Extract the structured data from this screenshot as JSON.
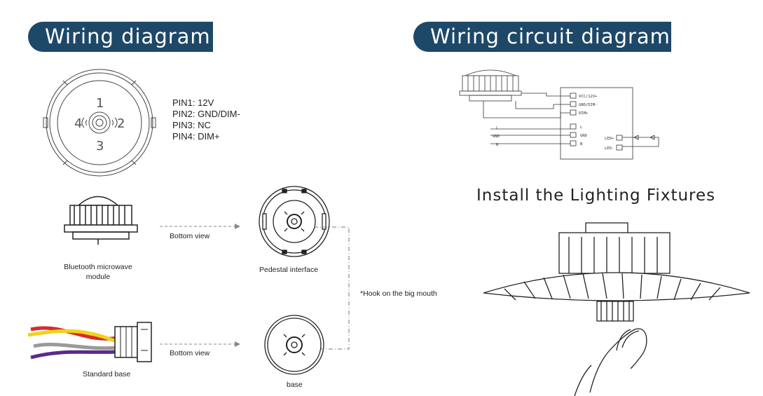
{
  "left_section": {
    "title": "Wiring diagram",
    "pin_list": [
      "PIN1: 12V",
      "PIN2: GND/DIM-",
      "PIN3: NC",
      "PIN4: DIM+"
    ],
    "connector_digits": [
      "1",
      "2",
      "3",
      "4"
    ],
    "labels": {
      "module": "Bluetooth microwave module",
      "bottom_view_1": "Bottom view",
      "pedestal": "Pedestal interface",
      "hook": "*Hook on the big mouth",
      "standard_base": "Standard base",
      "bottom_view_2": "Bottom view",
      "base": "base"
    }
  },
  "right_section": {
    "title": "Wiring circuit diagram",
    "circuit": {
      "terminals_top": [
        "VCC/12V+",
        "GND/DIM-",
        "DIM+"
      ],
      "terminals_mid": [
        "L",
        "GND",
        "N"
      ],
      "line_inputs": [
        "L",
        "GND",
        "N"
      ],
      "led_outputs": [
        "LED+",
        "LED-"
      ]
    },
    "install_title": "Install the Lighting Fixtures"
  },
  "colors": {
    "banner": "#1e4868",
    "wire_red": "#d92b2b",
    "wire_yellow": "#f2d21a",
    "wire_grey": "#9a9a9a",
    "wire_purple": "#5a2a8c"
  }
}
